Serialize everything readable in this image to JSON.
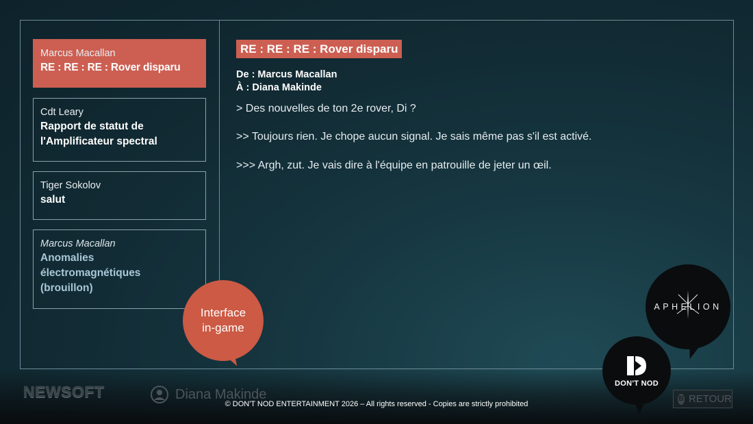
{
  "inbox": [
    {
      "sender": "Marcus Macallan",
      "subject_lines": [
        "RE : RE : RE : Rover disparu"
      ],
      "selected": true,
      "draft": false
    },
    {
      "sender": "Cdt Leary",
      "subject_lines": [
        "Rapport de statut de",
        "l'Amplificateur spectral"
      ],
      "selected": false,
      "draft": false
    },
    {
      "sender": "Tiger Sokolov",
      "subject_lines": [
        "salut"
      ],
      "selected": false,
      "draft": false
    },
    {
      "sender": "Marcus Macallan",
      "subject_lines": [
        "Anomalies",
        "électromagnétiques",
        "(brouillon)"
      ],
      "selected": false,
      "draft": true
    }
  ],
  "message": {
    "subject": "RE : RE : RE : Rover disparu",
    "from": "De : Marcus Macallan",
    "to": "À : Diana Makinde",
    "lines": [
      "> Des nouvelles de ton 2e rover, Di ?",
      ">> Toujours rien. Je chope aucun signal. Je sais même pas s'il est activé.",
      ">>> Argh, zut. Je vais dire à l'équipe en patrouille de jeter un œil."
    ]
  },
  "overlay": {
    "bubble_text_1": "Interface",
    "bubble_text_2": "in-game",
    "aphelion_logo": "APHELION",
    "dontnod_logo": "DON'T NOD"
  },
  "footer": {
    "brand": "NEWSOFT",
    "user": "Diana Makinde",
    "copyright": "© DON'T NOD ENTERTAINMENT 2026 – All rights reserved - Copies are strictly prohibited",
    "back_key": "B",
    "back_label": "RETOUR"
  },
  "colors": {
    "accent": "#cc5f52",
    "bubble": "#cc5a44",
    "draft_subject": "#a9c7d8",
    "frame": "#6d8c98"
  }
}
